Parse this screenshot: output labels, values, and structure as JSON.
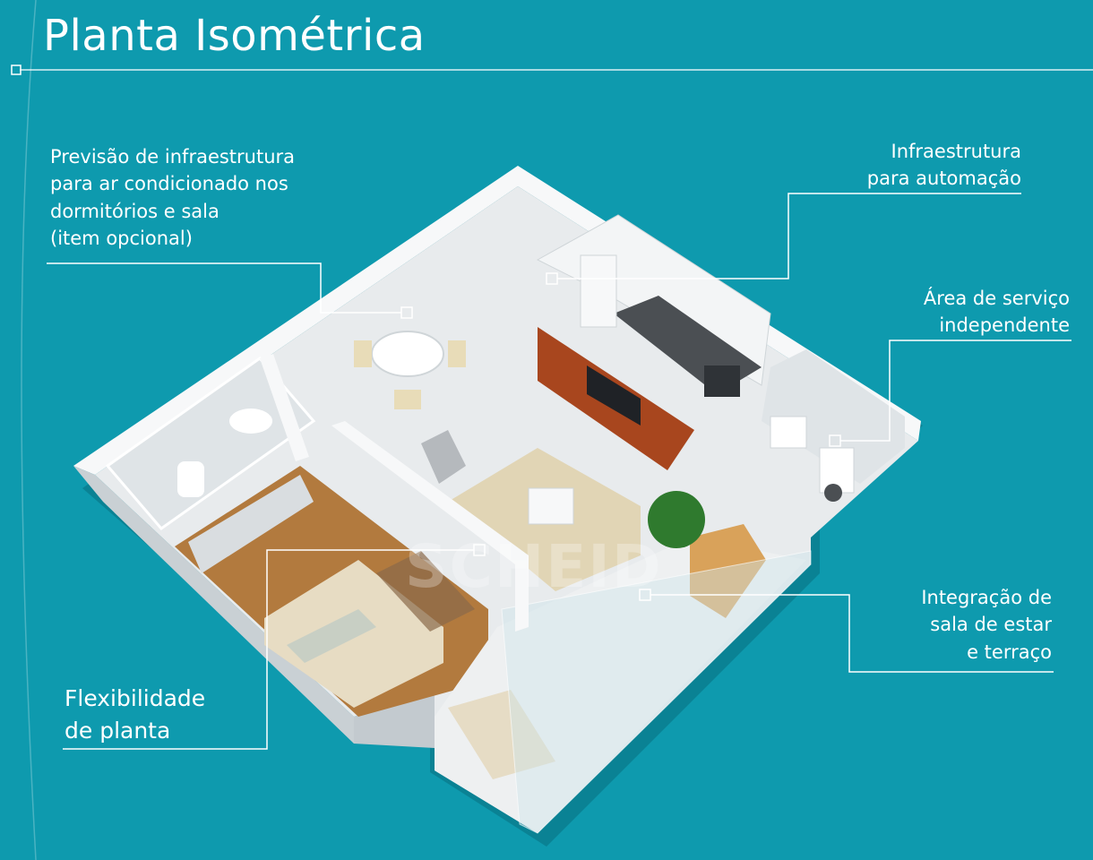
{
  "title": "Planta Isométrica",
  "watermark": "SCHEID",
  "callouts": {
    "ar_condicionado": [
      "Previsão de infraestrutura",
      "para ar condicionado nos",
      "dormitórios e sala",
      "(item opcional)"
    ],
    "automacao": [
      "Infraestrutura",
      "para automação"
    ],
    "area_servico": [
      "Área de serviço",
      "independente"
    ],
    "integracao": [
      "Integração de",
      "sala de estar",
      "e terraço"
    ],
    "flexibilidade": [
      "Flexibilidade",
      "de planta"
    ]
  },
  "colors": {
    "background": "#0e9aae",
    "text": "#ffffff",
    "floor": "#e9ecee",
    "wall": "#f4f6f7",
    "wood": "#b27a3e",
    "accent_panel": "#a8461e"
  }
}
